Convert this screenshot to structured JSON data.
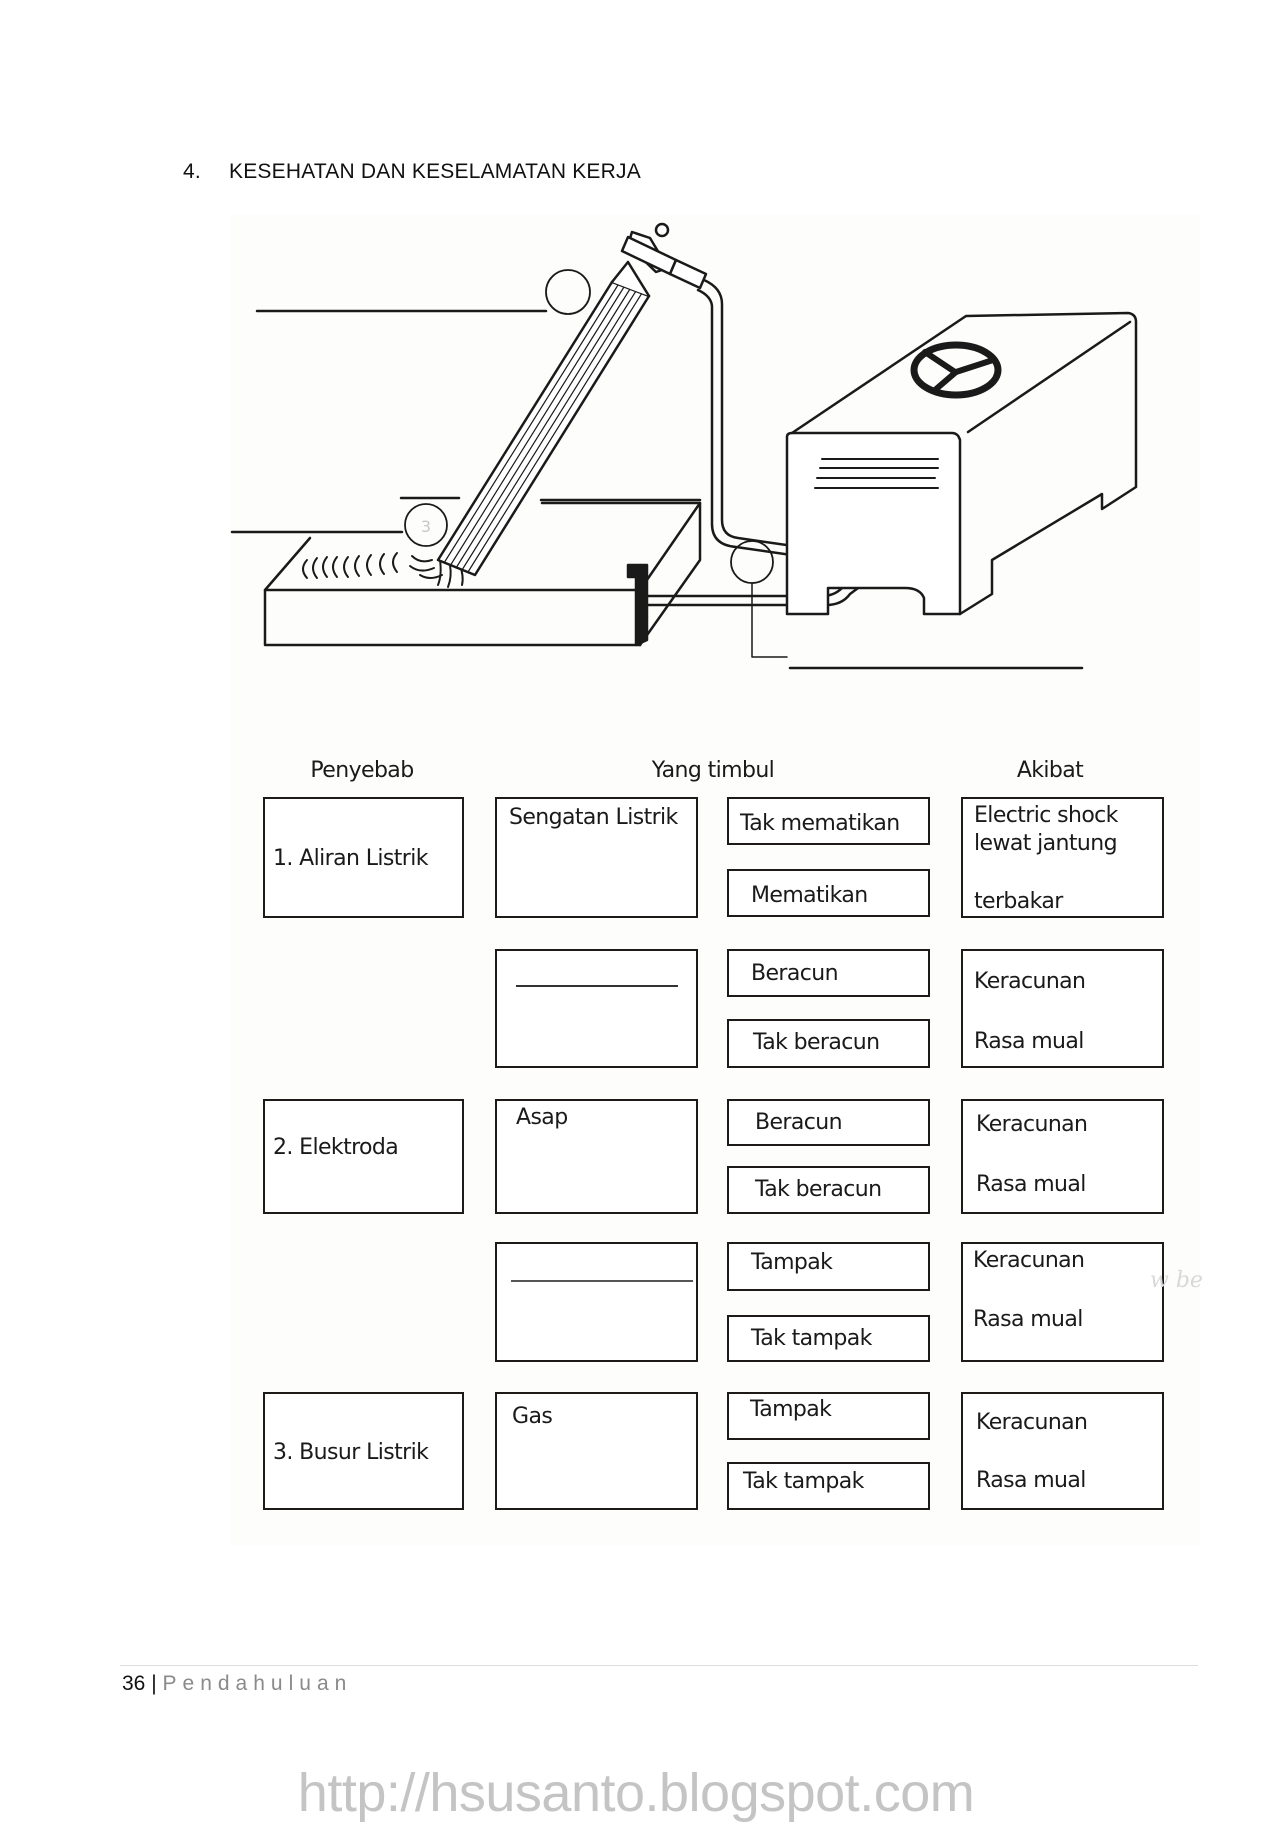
{
  "document": {
    "section_number": "4.",
    "section_title": "KESEHATAN DAN KESELAMATAN KERJA"
  },
  "illustration": {
    "subject": "arc welding setup with electrode holder, workpiece and welding machine",
    "callouts": [
      {
        "id": "callout-1",
        "label": ""
      },
      {
        "id": "callout-2",
        "label": ""
      },
      {
        "id": "callout-3",
        "label": "3"
      }
    ]
  },
  "table": {
    "headers": {
      "cause": "Penyebab",
      "arises": "Yang timbul",
      "effect": "Akibat"
    },
    "rows": [
      {
        "cause": "1. Aliran Listrik",
        "arises": "Sengatan Listrik",
        "options": [
          "Tak mematikan",
          "Mematikan"
        ],
        "effects": [
          "Electric shock",
          "lewat jantung",
          "terbakar"
        ]
      },
      {
        "cause": "",
        "arises": "",
        "arises_blank": true,
        "options": [
          "Beracun",
          "Tak beracun"
        ],
        "effects": [
          "Keracunan",
          "Rasa mual"
        ]
      },
      {
        "cause": "2. Elektroda",
        "arises": "Asap",
        "options": [
          "Beracun",
          "Tak beracun"
        ],
        "effects": [
          "Keracunan",
          "Rasa mual"
        ]
      },
      {
        "cause": "",
        "arises": "",
        "arises_blank": true,
        "options": [
          "Tampak",
          "Tak tampak"
        ],
        "effects": [
          "Keracunan",
          "Rasa mual"
        ]
      },
      {
        "cause": "3. Busur Listrik",
        "arises": "Gas",
        "options": [
          "Tampak",
          "Tak tampak"
        ],
        "effects": [
          "Keracunan",
          "Rasa mual"
        ]
      }
    ]
  },
  "footer": {
    "page_number": "36",
    "separator": "|",
    "section": "Pendahuluan"
  },
  "watermark": "http://hsusanto.blogspot.com",
  "faint_handwriting": "w be",
  "colors": {
    "ink": "#1e1a18",
    "footer_section": "#8a8a8a",
    "watermark": "#c4c4c4",
    "rule": "#dedede"
  }
}
